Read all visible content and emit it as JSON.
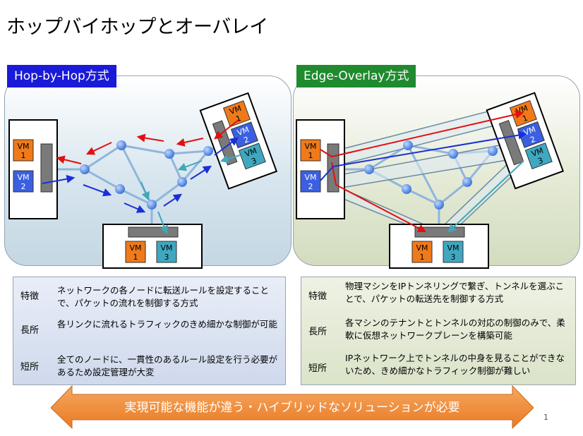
{
  "page": {
    "title": "ホップバイホップとオーバレイ",
    "page_number": "1"
  },
  "left_panel": {
    "label": "Hop-by-Hop方式",
    "vm_labels": [
      "VM",
      "1",
      "VM",
      "2",
      "VM",
      "1",
      "VM",
      "2",
      "VM",
      "3",
      "VM",
      "1",
      "VM",
      "3"
    ]
  },
  "right_panel": {
    "label": "Edge-Overlay方式"
  },
  "vm": {
    "tag": "VM",
    "n1": "1",
    "n2": "2",
    "n3": "3"
  },
  "left_info": {
    "rows": [
      {
        "key": "特徴",
        "value": "ネットワークの各ノードに転送ルールを設定することで、パケットの流れを制御する方式"
      },
      {
        "key": "長所",
        "value": "各リンクに流れるトラフィックのきめ細かな制御が可能"
      },
      {
        "key": "短所",
        "value": "全てのノードに、一貫性のあるルール設定を行う必要があるため設定管理が大変"
      }
    ]
  },
  "right_info": {
    "rows": [
      {
        "key": "特徴",
        "value": "物理マシンをIPトンネリングで繋ぎ、トンネルを選ぶことで、パケットの転送先を制御する方式"
      },
      {
        "key": "長所",
        "value": "各マシンのテナントとトンネルの対応の制御のみで、柔軟に仮想ネットワークプレーンを構築可能"
      },
      {
        "key": "短所",
        "value": "IPネットワーク上でトンネルの中身を見ることができないため、きめ細かなトラフィック制御が難しい"
      }
    ]
  },
  "bottom_arrow": {
    "text": "実現可能な機能が違う・ハイブリッドなソリューションが必要"
  },
  "colors": {
    "vm1": "#f07a1a",
    "vm2": "#3b5fe0",
    "vm3": "#3fa8c0",
    "hop_label": "#1a1ad9",
    "overlay_label": "#1f8a2e",
    "red_arrow": "#e01010",
    "blue_arrow": "#1a2fd8",
    "teal_arrow": "#40a8b8",
    "orange_band": "#f08a3a"
  }
}
